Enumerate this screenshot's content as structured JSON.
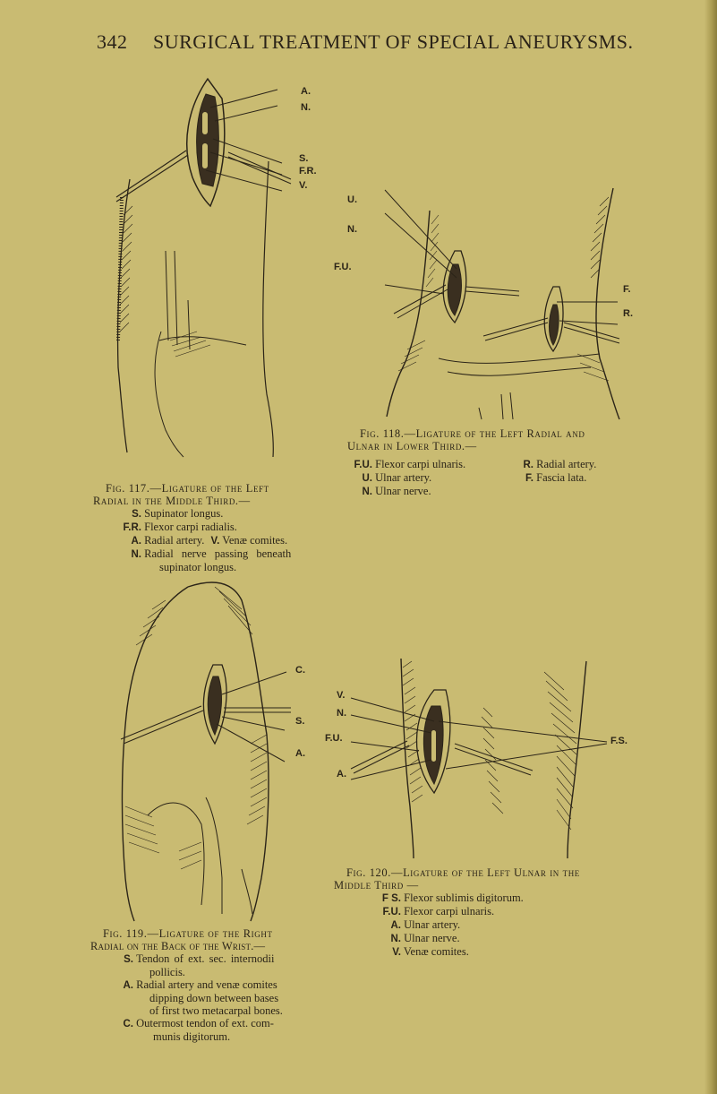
{
  "header": {
    "page_number": "342",
    "running_title": "SURGICAL TREATMENT OF SPECIAL ANEURYSMS."
  },
  "figures": [
    {
      "id": "fig117",
      "labels": [
        "A.",
        "N.",
        "S.",
        "F.R.",
        "V."
      ],
      "caption_title_line1": "Fig. 117.—Ligature of the Left",
      "caption_title_line2": "Radial in the Middle Third.—",
      "legend": [
        {
          "key": "S.",
          "text": "Supinator longus."
        },
        {
          "key": "F.R.",
          "text": "Flexor carpi radialis."
        },
        {
          "key": "A.",
          "text": "Radial artery.",
          "key2": "V.",
          "text2": "Venæ comites."
        },
        {
          "key": "N.",
          "text": "Radial nerve passing beneath",
          "cont": "supinator longus."
        }
      ]
    },
    {
      "id": "fig118",
      "labels": [
        "U.",
        "N.",
        "F.U.",
        "F.",
        "R."
      ],
      "caption_title_line1": "Fig. 118.—Ligature of the Left Radial and",
      "caption_title_line2": "Ulnar in Lower Third.—",
      "legend_left": [
        {
          "key": "F.U.",
          "text": "Flexor carpi ulnaris."
        },
        {
          "key": "U.",
          "text": "Ulnar artery."
        },
        {
          "key": "N.",
          "text": "Ulnar nerve."
        }
      ],
      "legend_right": [
        {
          "key": "R.",
          "text": "Radial artery."
        },
        {
          "key": "F.",
          "text": "Fascia lata."
        }
      ]
    },
    {
      "id": "fig119",
      "labels": [
        "C.",
        "S.",
        "A."
      ],
      "caption_title_line1": "Fig. 119.—Ligature of the Right",
      "caption_title_line2": "Radial on the Back of the Wrist.—",
      "legend": [
        {
          "key": "S.",
          "text": "Tendon of ext. sec. internodii",
          "cont": "pollicis."
        },
        {
          "key": "A.",
          "text": "Radial artery and venæ comites",
          "cont": "dipping down between bases",
          "cont2": "of first two metacarpal bones."
        },
        {
          "key": "C.",
          "text": "Outermost tendon of ext. com-",
          "cont": "munis digitorum."
        }
      ]
    },
    {
      "id": "fig120",
      "labels": [
        "V.",
        "N.",
        "F.U.",
        "A.",
        "F.S."
      ],
      "caption_title_line1": "Fig. 120.—Ligature of the Left Ulnar in the",
      "caption_title_line2": "Middle Third —",
      "legend": [
        {
          "key": "F S.",
          "text": "Flexor sublimis digitorum."
        },
        {
          "key": "F.U.",
          "text": "Flexor carpi ulnaris."
        },
        {
          "key": "A.",
          "text": "Ulnar artery."
        },
        {
          "key": "N.",
          "text": "Ulnar nerve."
        },
        {
          "key": "V.",
          "text": "Venæ comites."
        }
      ]
    }
  ],
  "colors": {
    "paper": "#c9bb72",
    "ink": "#2b2418"
  }
}
